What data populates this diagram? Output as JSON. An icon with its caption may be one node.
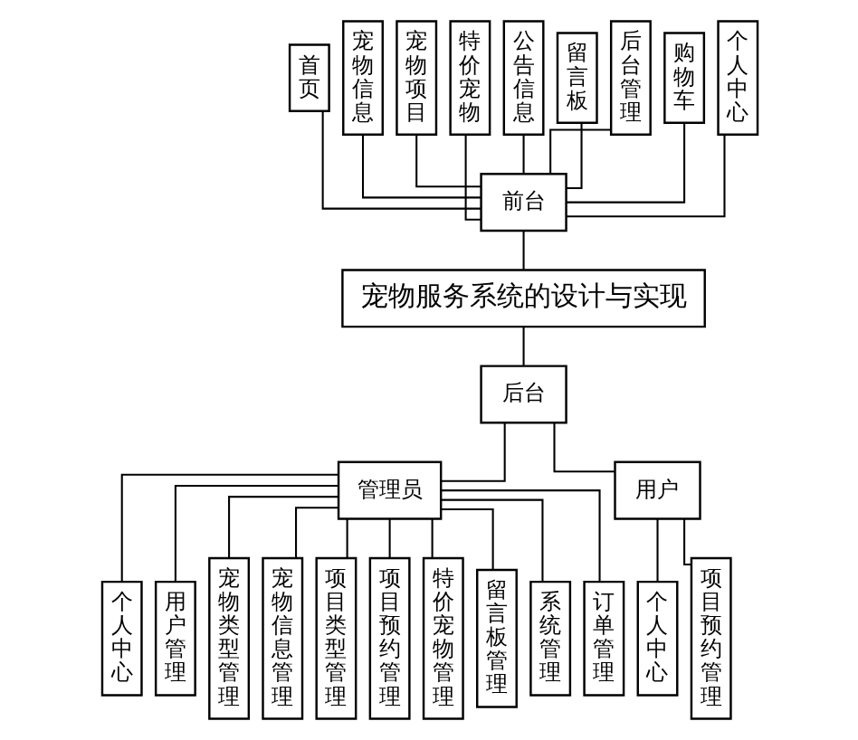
{
  "diagram": {
    "nodes": [
      {
        "text": [
          "首页"
        ]
      },
      {
        "text": [
          "宠物信息"
        ]
      },
      {
        "text": [
          "宠物项目"
        ]
      },
      {
        "text": [
          "特价宠物"
        ]
      },
      {
        "text": [
          "公告信息"
        ]
      },
      {
        "text": [
          "留言板"
        ]
      },
      {
        "text": [
          "后台管理"
        ]
      },
      {
        "text": [
          "购物车"
        ]
      },
      {
        "text": [
          "个人中心"
        ]
      },
      {
        "text": [
          "前台"
        ]
      },
      {
        "text": [
          "宠物服务系统的设计与实现"
        ]
      },
      {
        "text": [
          "后台"
        ]
      },
      {
        "text": [
          "管理员"
        ]
      },
      {
        "text": [
          "用户"
        ]
      },
      {
        "text": [
          "个人中心"
        ]
      },
      {
        "text": [
          "用户管理"
        ]
      },
      {
        "text": [
          "宠物类型管理"
        ]
      },
      {
        "text": [
          "宠物信息管理"
        ]
      },
      {
        "text": [
          "项目类型管理"
        ]
      },
      {
        "text": [
          "项目预约管理"
        ]
      },
      {
        "text": [
          "特价宠物管理"
        ]
      },
      {
        "text": [
          "留言板管理"
        ]
      },
      {
        "text": [
          "系统管理"
        ]
      },
      {
        "text": [
          "订单管理"
        ]
      },
      {
        "text": [
          "个人中心"
        ]
      },
      {
        "text": [
          "项目预约管理"
        ]
      }
    ],
    "edges": [
      {
        "from": 0,
        "to": 9,
        "arrow": "none"
      },
      {
        "from": 1,
        "to": 9,
        "arrow": "none"
      },
      {
        "from": 2,
        "to": 9,
        "arrow": "none"
      },
      {
        "from": 3,
        "to": 9,
        "arrow": "none"
      },
      {
        "from": 4,
        "to": 9,
        "arrow": "none"
      },
      {
        "from": 5,
        "to": 9,
        "arrow": "none"
      },
      {
        "from": 6,
        "to": 9,
        "arrow": "none"
      },
      {
        "from": 7,
        "to": 9,
        "arrow": "none"
      },
      {
        "from": 8,
        "to": 9,
        "arrow": "none"
      },
      {
        "from": 9,
        "to": 10,
        "arrow": "none"
      },
      {
        "from": 10,
        "to": 11,
        "arrow": "none"
      },
      {
        "from": 11,
        "to": 12,
        "arrow": "none"
      },
      {
        "from": 11,
        "to": 13,
        "arrow": "none"
      },
      {
        "from": 12,
        "to": 14,
        "arrow": "none"
      },
      {
        "from": 12,
        "to": 15,
        "arrow": "none"
      },
      {
        "from": 12,
        "to": 16,
        "arrow": "none"
      },
      {
        "from": 12,
        "to": 17,
        "arrow": "none"
      },
      {
        "from": 12,
        "to": 18,
        "arrow": "none"
      },
      {
        "from": 12,
        "to": 19,
        "arrow": "none"
      },
      {
        "from": 12,
        "to": 20,
        "arrow": "none"
      },
      {
        "from": 12,
        "to": 21,
        "arrow": "none"
      },
      {
        "from": 12,
        "to": 22,
        "arrow": "none"
      },
      {
        "from": 12,
        "to": 23,
        "arrow": "none"
      },
      {
        "from": 13,
        "to": 24,
        "arrow": "none"
      },
      {
        "from": 13,
        "to": 25,
        "arrow": "none"
      }
    ]
  }
}
